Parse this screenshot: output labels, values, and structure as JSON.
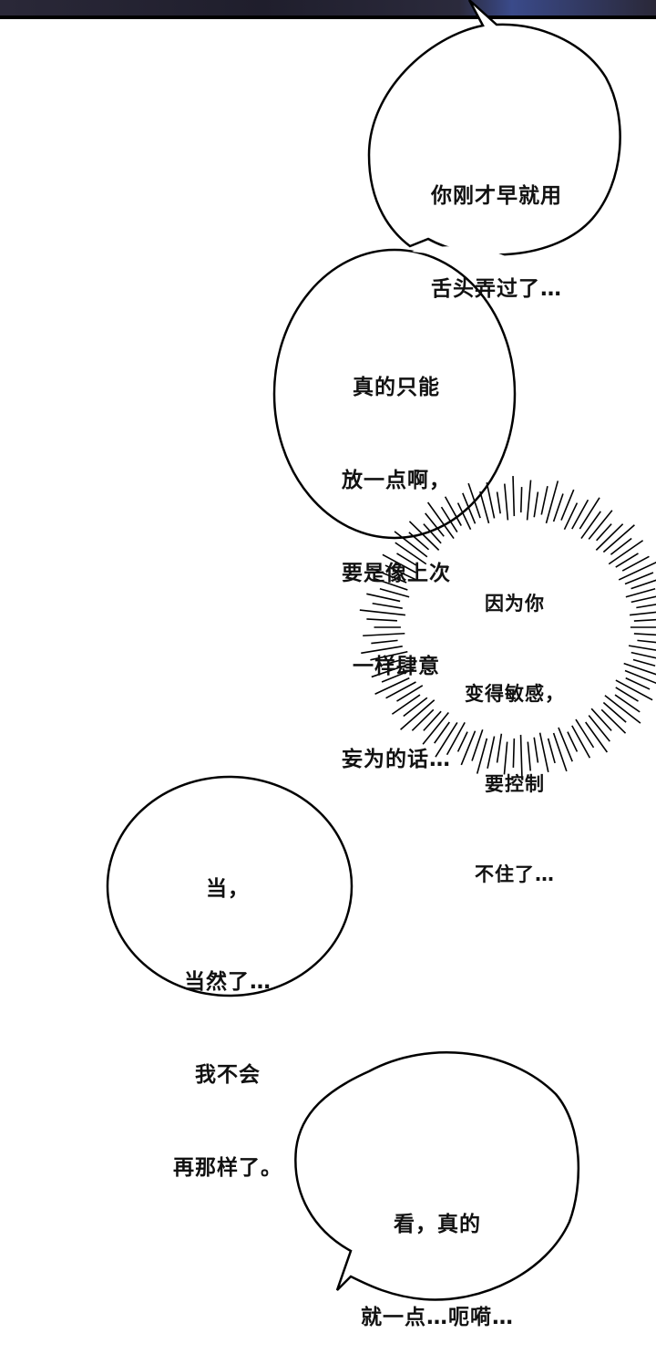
{
  "bubbles": [
    {
      "lines": [
        "你刚才早就用",
        "舌头弄过了…"
      ]
    },
    {
      "lines": [
        "真的只能",
        "放一点啊，",
        "要是像上次",
        "一样肆意",
        "妄为的话…"
      ]
    },
    {
      "lines": [
        "因为你",
        "变得敏感，",
        "要控制",
        "不住了…"
      ]
    },
    {
      "lines": [
        "当，",
        "当然了…",
        "我不会",
        "再那样了。"
      ]
    },
    {
      "lines": [
        "看，真的",
        "就一点…呃嗬…"
      ]
    }
  ],
  "colors": {
    "panel": "#23222f",
    "accent": "#3a4a8a"
  }
}
